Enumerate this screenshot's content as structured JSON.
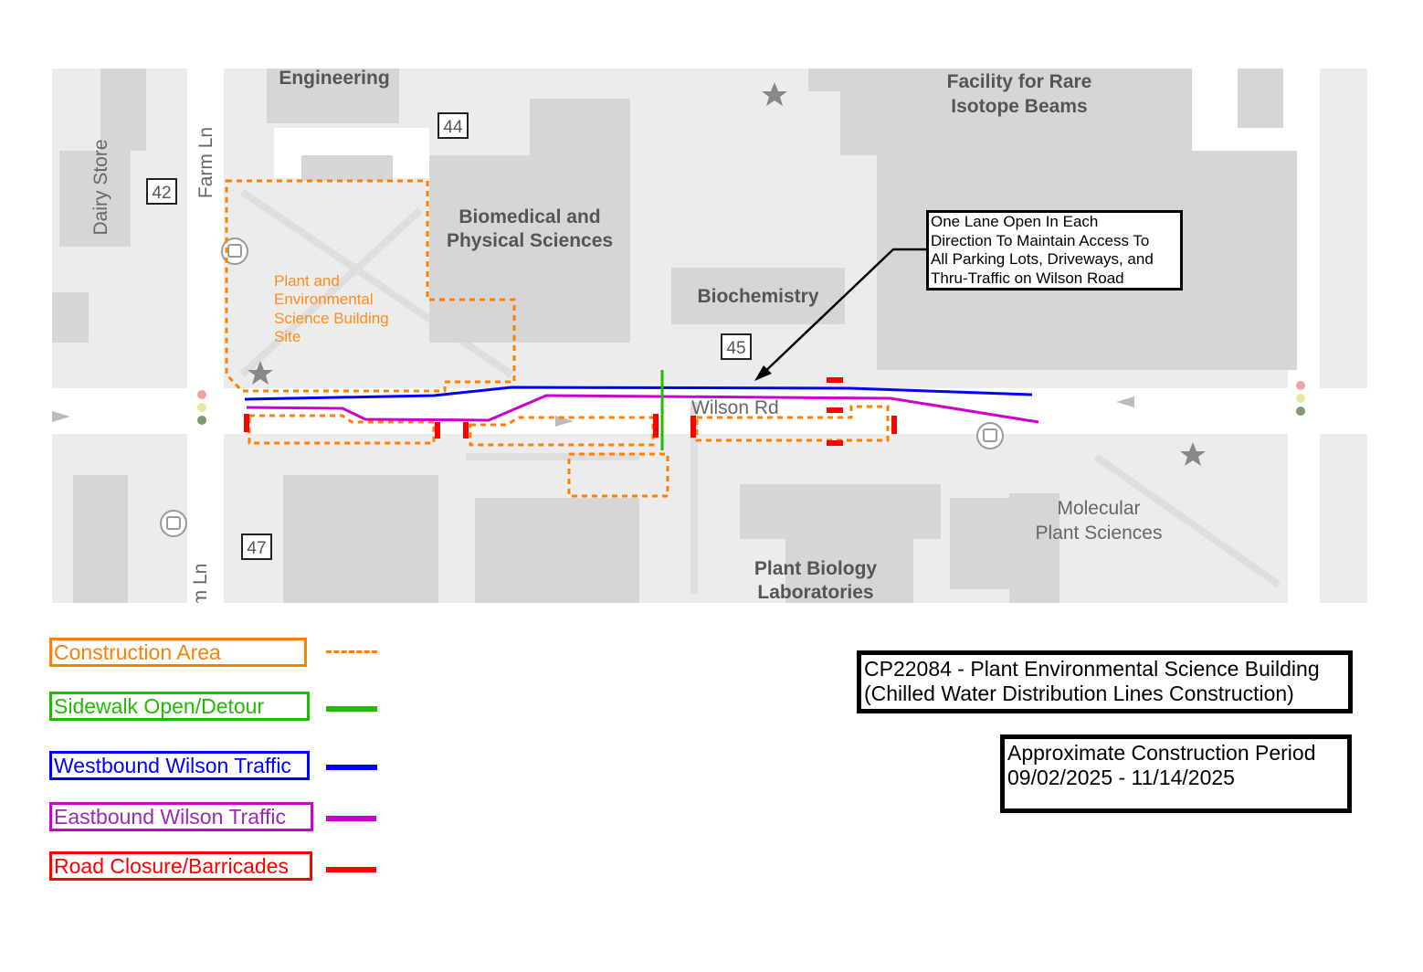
{
  "map": {
    "buildings": {
      "engineering": "Engineering",
      "frib_line1": "Facility for Rare",
      "frib_line2": "Isotope Beams",
      "dairy_store": "Dairy Store",
      "biomedical_line1": "Biomedical and",
      "biomedical_line2": "Physical Sciences",
      "biochemistry": "Biochemistry",
      "molecular_line1": "Molecular",
      "molecular_line2": "Plant Sciences",
      "plant_bio_line1": "Plant Biology",
      "plant_bio_line2": "Laboratories"
    },
    "roads": {
      "farm_ln": "Farm Ln",
      "farm_ln_bottom": "m Ln",
      "wilson_rd": "Wilson Rd"
    },
    "parking_lots": [
      "42",
      "44",
      "45",
      "47"
    ],
    "site_label": [
      "Plant and",
      "Environmental",
      "Science Building",
      "Site"
    ],
    "callout": [
      "One Lane Open In Each",
      "Direction To Maintain Access To",
      "All Parking Lots, Driveways, and",
      "Thru-Traffic on Wilson Road"
    ]
  },
  "legend": [
    {
      "label": "Construction Area",
      "color": "#ff7f00",
      "style": "dashed"
    },
    {
      "label": "Sidewalk Open/Detour",
      "color": "#22bb00",
      "style": "solid"
    },
    {
      "label": "Westbound Wilson Traffic",
      "color": "#0000ff",
      "style": "solid"
    },
    {
      "label": "Eastbound Wilson Traffic",
      "color": "#cc00cc",
      "style": "solid"
    },
    {
      "label": "Road Closure/Barricades",
      "color": "#ff0000",
      "style": "solid"
    }
  ],
  "project": {
    "line1": "CP22084 - Plant Environmental Science Building",
    "line2": "(Chilled Water Distribution Lines Construction)"
  },
  "period": {
    "line1": "Approximate Construction Period",
    "line2": "09/02/2025 - 11/14/2025"
  }
}
